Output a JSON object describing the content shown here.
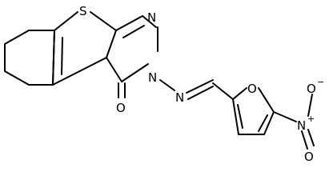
{
  "molecule": {
    "atoms": {
      "S": "S",
      "N_ring": "N",
      "N_lactam": "N",
      "O_carbonyl": "O",
      "N_imine": "N",
      "O_furan": "O",
      "N_nitro": "N",
      "O_nitro_top": "O",
      "O_nitro_bottom": "O"
    },
    "charges": {
      "N_nitro": "+",
      "O_nitro_top": "−"
    }
  }
}
